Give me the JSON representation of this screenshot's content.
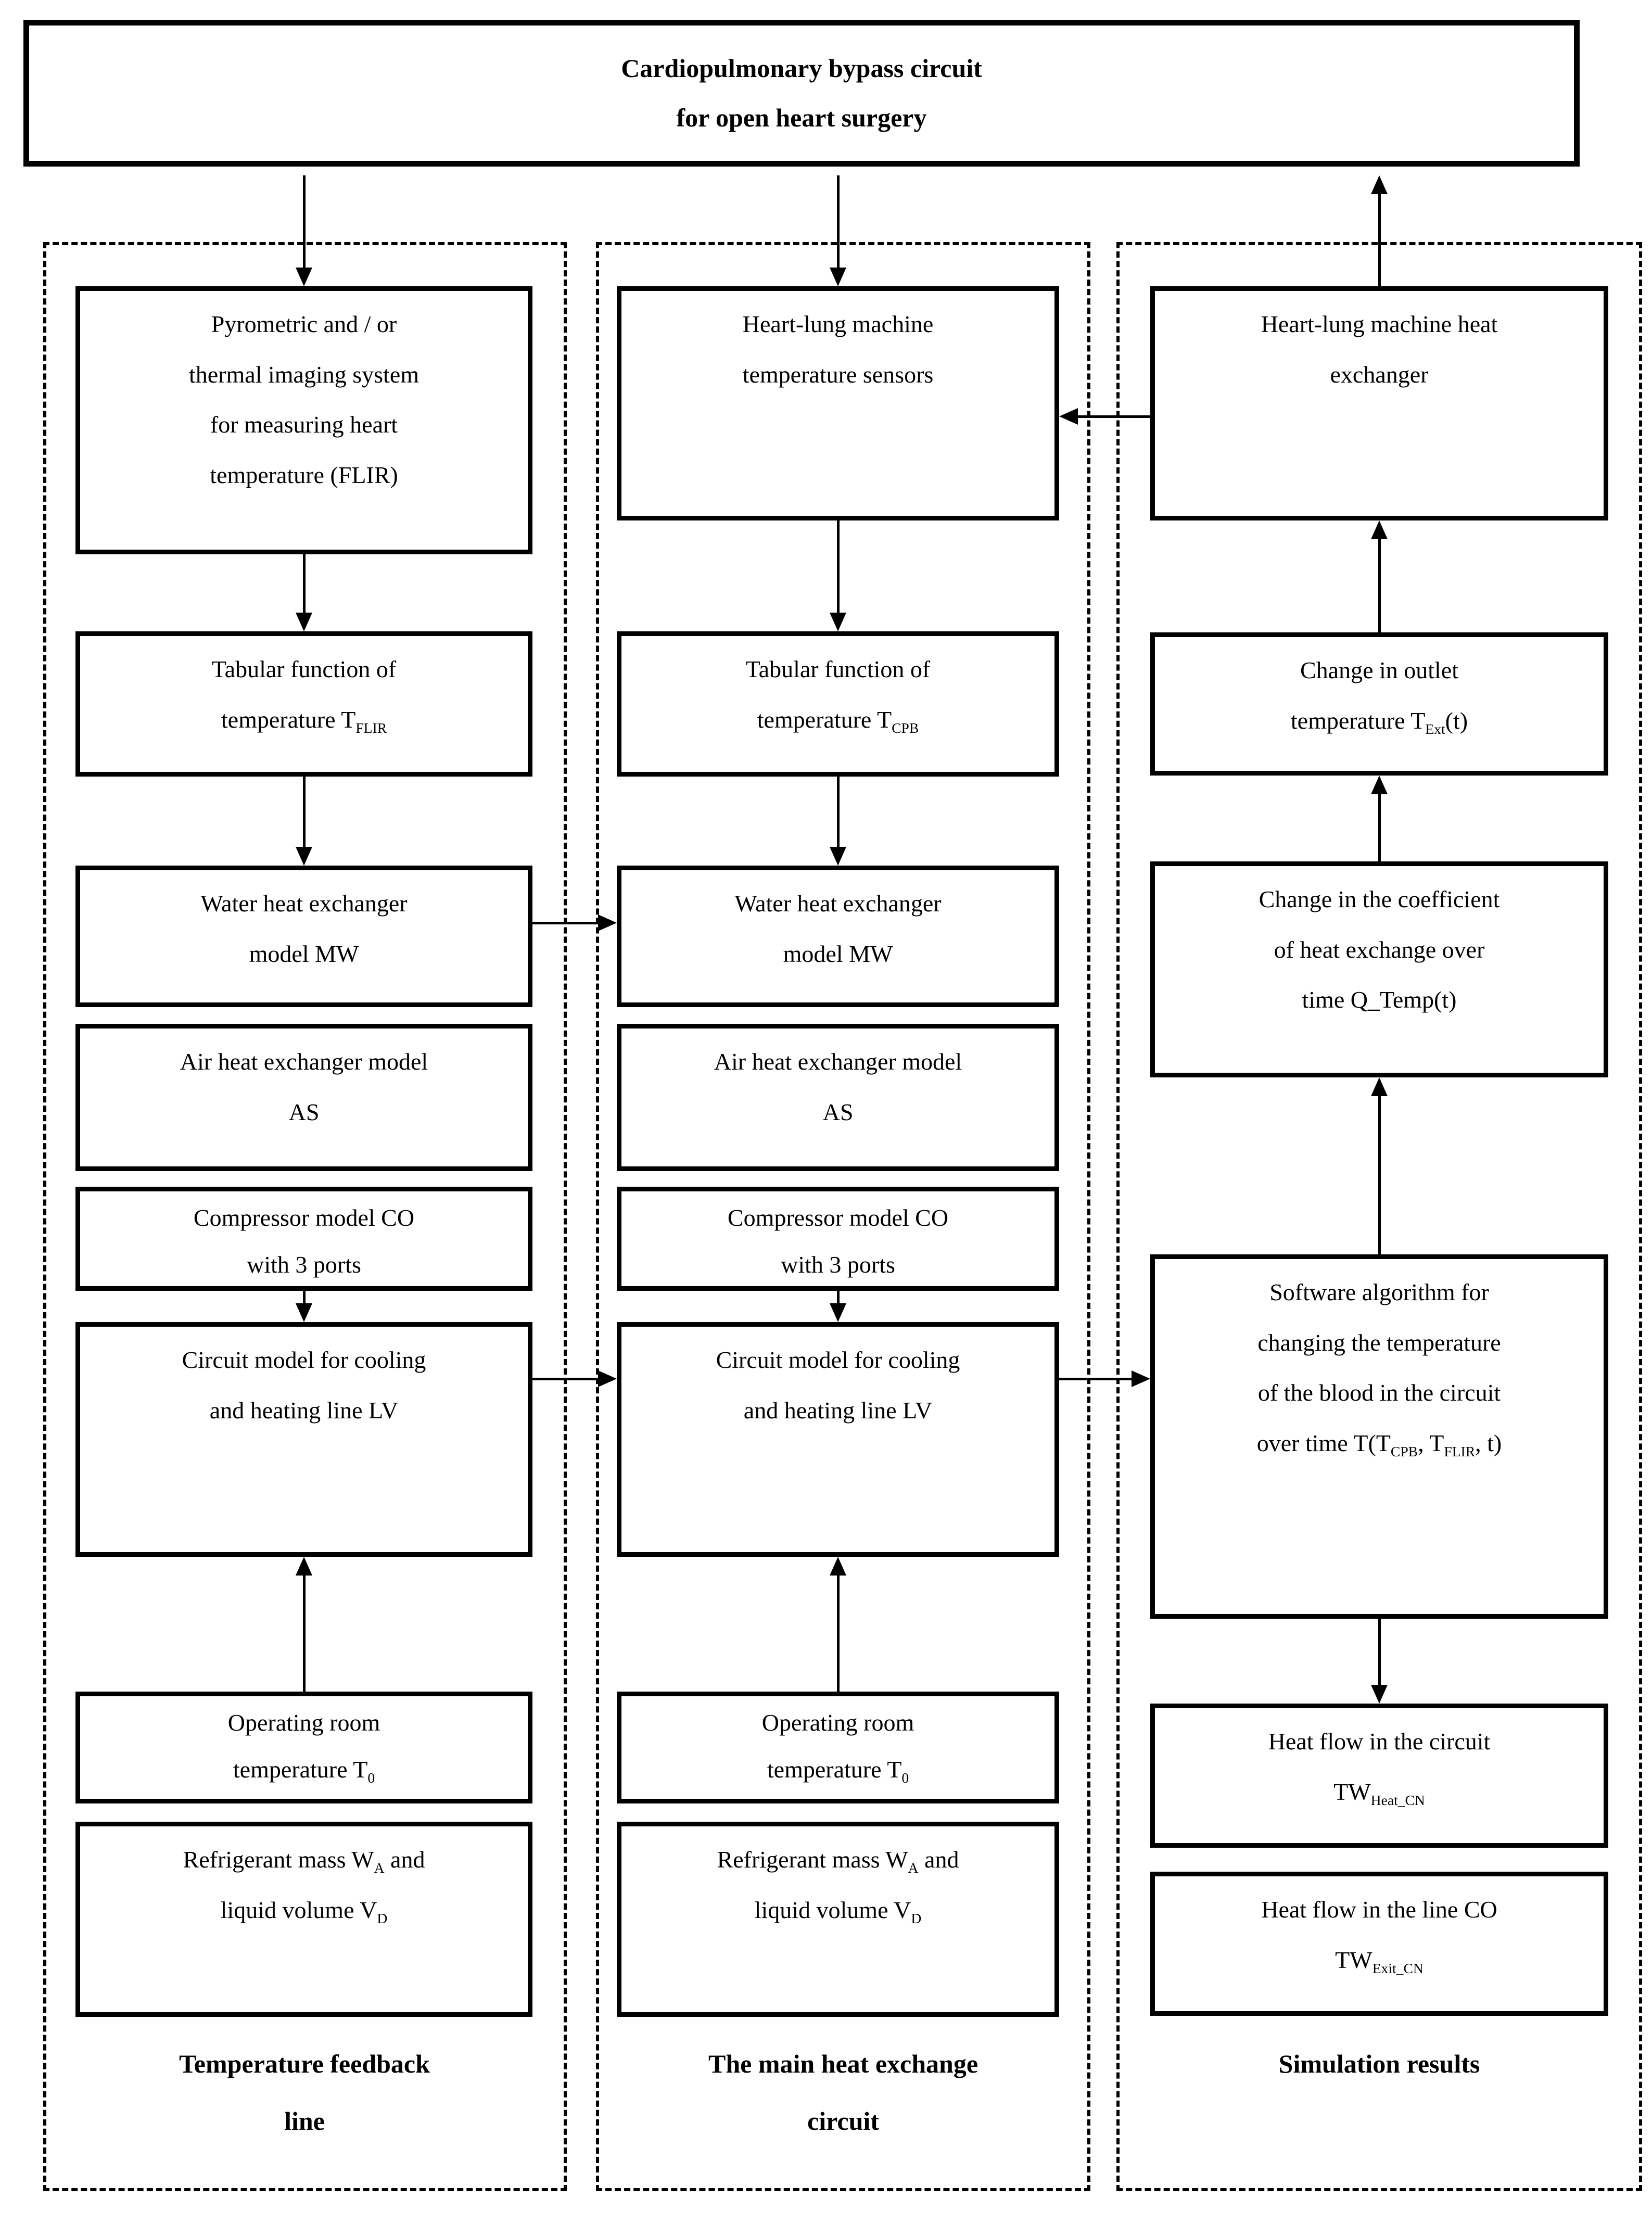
{
  "title": "Cardiopulmonary bypass circuit\nfor open heart surgery",
  "columns": [
    {
      "label": "Temperature feedback\nline",
      "boxes": [
        {
          "segments": [
            "Pyrometric and / or\nthermal imaging system\nfor measuring heart\ntemperature (FLIR)"
          ]
        },
        {
          "segments": [
            "Tabular function of\ntemperature T",
            {
              "t": "FLIR",
              "sub": true
            }
          ]
        },
        {
          "segments": [
            "Water heat exchanger\nmodel MW"
          ]
        },
        {
          "segments": [
            "Air heat exchanger model\nAS"
          ]
        },
        {
          "segments": [
            "Compressor model CO\nwith 3 ports"
          ]
        },
        {
          "segments": [
            "Circuit model for cooling\nand heating line LV"
          ]
        },
        {
          "segments": [
            "Operating room\ntemperature T",
            {
              "t": "0",
              "sub": true
            }
          ]
        },
        {
          "segments": [
            "Refrigerant mass W",
            {
              "t": "A",
              "sub": true
            },
            "  and\nliquid volume V",
            {
              "t": "D",
              "sub": true
            }
          ]
        }
      ]
    },
    {
      "label": "The main heat exchange\ncircuit",
      "boxes": [
        {
          "segments": [
            "Heart-lung machine\ntemperature sensors"
          ]
        },
        {
          "segments": [
            "Tabular function of\ntemperature T",
            {
              "t": "CPB",
              "sub": true
            }
          ]
        },
        {
          "segments": [
            "Water heat exchanger\nmodel MW"
          ]
        },
        {
          "segments": [
            "Air heat exchanger model\nAS"
          ]
        },
        {
          "segments": [
            "Compressor model CO\nwith 3 ports"
          ]
        },
        {
          "segments": [
            "Circuit model for cooling\nand heating line LV"
          ]
        },
        {
          "segments": [
            "Operating room\ntemperature T",
            {
              "t": "0",
              "sub": true
            }
          ]
        },
        {
          "segments": [
            "Refrigerant mass W",
            {
              "t": "A",
              "sub": true
            },
            "  and\nliquid volume V",
            {
              "t": "D",
              "sub": true
            }
          ]
        }
      ]
    },
    {
      "label": "Simulation results",
      "boxes": [
        {
          "segments": [
            "Heart-lung machine heat\nexchanger"
          ]
        },
        {
          "segments": [
            "Change in outlet\ntemperature T",
            {
              "t": "Ext",
              "sub": true
            },
            "(t)"
          ]
        },
        {
          "segments": [
            "Change in the coefficient\nof heat exchange over\ntime Q_Temp(t)"
          ]
        },
        {
          "segments": [
            "Software algorithm for\nchanging the temperature\nof the blood in the circuit\nover time T(T",
            {
              "t": "CPB",
              "sub": true
            },
            ", T",
            {
              "t": "FLIR",
              "sub": true
            },
            ", t)"
          ]
        },
        {
          "segments": [
            "Heat flow in the circuit\nTW",
            {
              "t": "Heat_CN",
              "sub": true
            }
          ]
        },
        {
          "segments": [
            "Heat flow in the line CO\nTW",
            {
              "t": "Exit_CN",
              "sub": true
            }
          ]
        }
      ]
    }
  ]
}
